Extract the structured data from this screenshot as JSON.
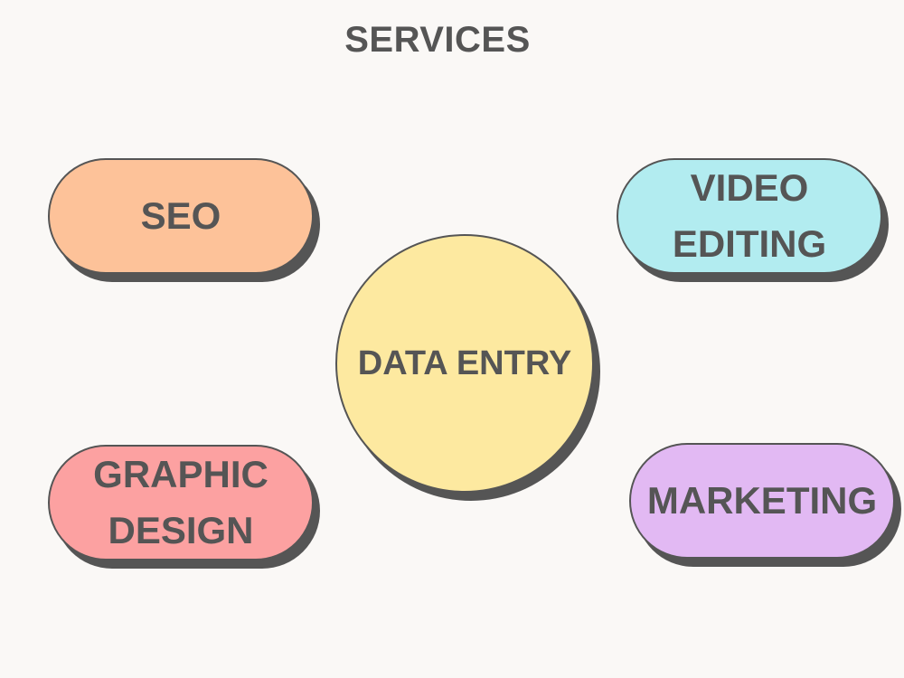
{
  "title": "SERVICES",
  "center": {
    "label": "DATA ENTRY",
    "color": "#fde9a0"
  },
  "services": [
    {
      "label": "SEO",
      "color": "#fdc299"
    },
    {
      "label": "VIDEO\nEDITING",
      "color": "#b2ecf0"
    },
    {
      "label": "GRAPHIC\nDESIGN",
      "color": "#fca1a1"
    },
    {
      "label": "MARKETING",
      "color": "#e2b9f3"
    }
  ],
  "colors": {
    "background": "#faf8f6",
    "text": "#555555",
    "shadow": "#555555"
  }
}
